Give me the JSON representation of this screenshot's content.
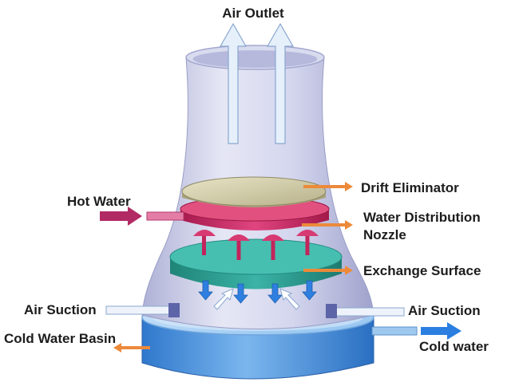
{
  "labels": {
    "air_outlet": "Air Outlet",
    "drift_eliminator": "Drift Eliminator",
    "hot_water": "Hot Water",
    "water_distribution_line1": "Water Distribution",
    "water_distribution_line2": "Nozzle",
    "exchange_surface": "Exchange Surface",
    "air_suction_left": "Air Suction",
    "air_suction_right": "Air Suction",
    "cold_water_basin": "Cold Water Basin",
    "cold_water": "Cold water"
  },
  "colors": {
    "tower_body": "#c9cbe6",
    "air_arrow": "#e6f0fb",
    "eliminator": "#cdc8a3",
    "distribution": "#c5245f",
    "exchange": "#2a9e92",
    "water_drop": "#2f7fe0",
    "basin": "#3f8bd8",
    "leader": "#ec8a3a",
    "hot_water_arrow": "#b22a64",
    "cold_water_arrow": "#2a7fe0"
  }
}
